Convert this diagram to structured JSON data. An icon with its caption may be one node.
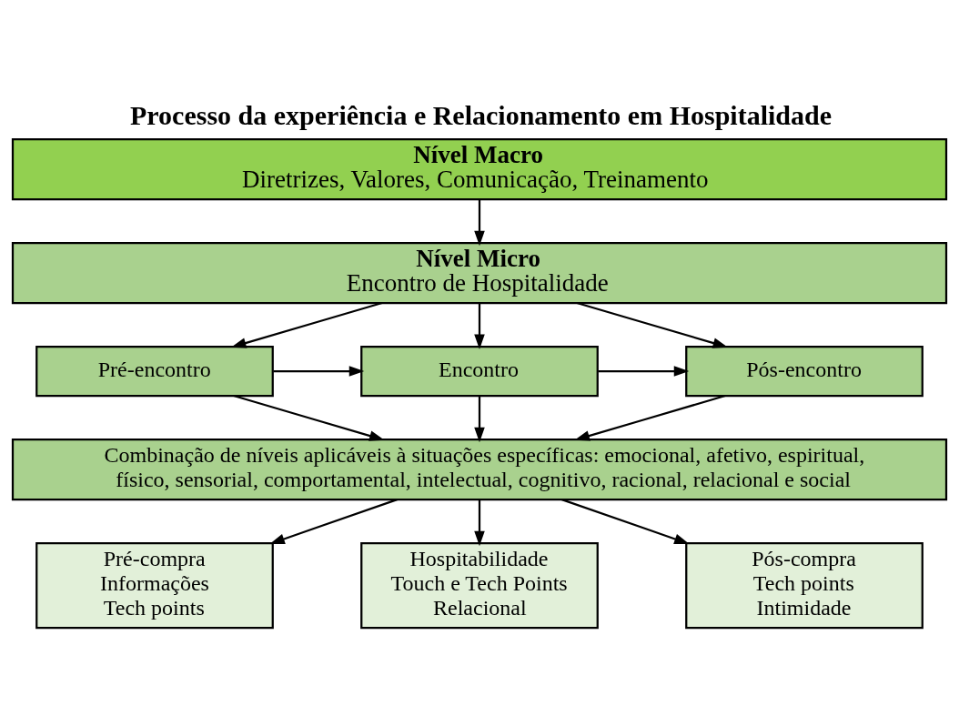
{
  "diagram": {
    "title": "Processo da experiência e Relacionamento em Hospitalidade",
    "nodes": [
      {
        "text": [
          "Nível Macro",
          "Diretrizes, Valores, Comunicação, Treinamento"
        ]
      },
      {
        "text": [
          "Nível Micro",
          "Encontro de Hospitalidade"
        ]
      },
      {
        "text": [
          "Pré-encontro"
        ]
      },
      {
        "text": [
          "Encontro"
        ]
      },
      {
        "text": [
          "Pós-encontro"
        ]
      },
      {
        "text": [
          "Combinação de níveis aplicáveis à situações específicas: emocional, afetivo, espiritual, físico, sensorial, comportamental, intelectual, cognitivo, racional, relacional e social"
        ]
      },
      {
        "text": [
          "Pré-compra",
          "Informações",
          "Tech points"
        ]
      },
      {
        "text": [
          "Hospitabilidade",
          "Touch e Tech Points",
          "Relacional"
        ]
      },
      {
        "text": [
          "Pós-compra",
          "Tech points",
          "Intimidade"
        ]
      }
    ],
    "edges": [
      {
        "from": 0,
        "to": 1,
        "arrow": "to"
      },
      {
        "from": 1,
        "to": 2,
        "arrow": "to"
      },
      {
        "from": 1,
        "to": 3,
        "arrow": "to"
      },
      {
        "from": 1,
        "to": 4,
        "arrow": "to"
      },
      {
        "from": 2,
        "to": 3,
        "arrow": "to"
      },
      {
        "from": 3,
        "to": 4,
        "arrow": "to"
      },
      {
        "from": 2,
        "to": 5,
        "arrow": "to"
      },
      {
        "from": 3,
        "to": 5,
        "arrow": "to"
      },
      {
        "from": 4,
        "to": 5,
        "arrow": "to"
      },
      {
        "from": 5,
        "to": 6,
        "arrow": "to"
      },
      {
        "from": 5,
        "to": 7,
        "arrow": "to"
      },
      {
        "from": 5,
        "to": 8,
        "arrow": "to"
      }
    ]
  }
}
